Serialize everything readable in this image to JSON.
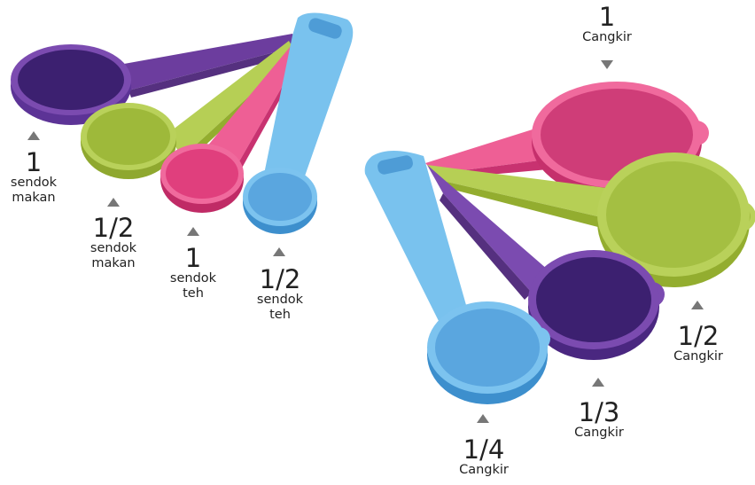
{
  "spoons": [
    {
      "value": "1",
      "unit_lines": [
        "sendok",
        "makan"
      ],
      "color": "#4b2a86"
    },
    {
      "value": "1/2",
      "unit_lines": [
        "sendok",
        "makan"
      ],
      "color": "#a9c33f"
    },
    {
      "value": "1",
      "unit_lines": [
        "sendok",
        "teh"
      ],
      "color": "#e4457f"
    },
    {
      "value": "1/2",
      "unit_lines": [
        "sendok",
        "teh"
      ],
      "color": "#5aa8e0"
    }
  ],
  "cups": [
    {
      "value": "1",
      "unit": "Cangkir",
      "color": "#d8407c"
    },
    {
      "value": "1/2",
      "unit": "Cangkir",
      "color": "#a9c33f"
    },
    {
      "value": "1/3",
      "unit": "Cangkir",
      "color": "#4b2a86"
    },
    {
      "value": "1/4",
      "unit": "Cangkir",
      "color": "#5aa8e0"
    }
  ]
}
